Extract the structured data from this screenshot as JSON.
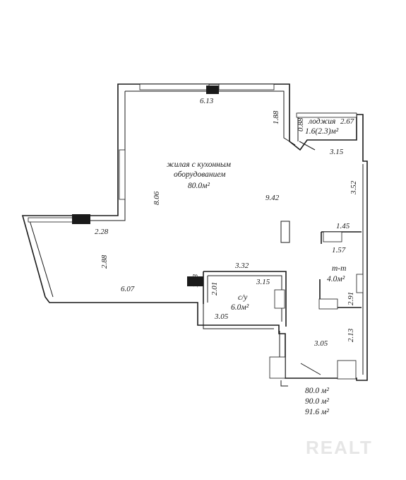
{
  "rooms": {
    "living": {
      "line1": "жилая с кухонным",
      "line2": "оборудованием",
      "area": "80.0м²"
    },
    "loggia": {
      "name": "лоджия",
      "area": "1.6(2.3)м²"
    },
    "bathroom": {
      "name": "с/у",
      "area": "6.0м²"
    },
    "storage": {
      "name": "т-т",
      "area": "4.0м²"
    }
  },
  "dimensions": {
    "top_wall": "6.13",
    "upper_right_col": "1.88",
    "loggia_width": "2.67",
    "loggia_depth": "0.88",
    "loggia_bottom": "3.15",
    "right_upper": "3.52",
    "center_height": "9.42",
    "left_vertical": "8.06",
    "left_step": "2.28",
    "left_wing_height": "2.88",
    "bottom_wall": "6.07",
    "bath_top": "3.32",
    "bath_left_outer": "1.03",
    "bath_left_inner": "2.01",
    "bath_inner": "3.15",
    "bath_bottom": "3.05",
    "storage_top": "1.45",
    "storage_side": "1.57",
    "right_mid": "2.91",
    "right_lower": "2.13",
    "corridor": "3.05"
  },
  "totals": {
    "line1": "80.0 м²",
    "line2": "90.0 м²",
    "line3": "91.6 м²"
  },
  "watermark": "REALT"
}
